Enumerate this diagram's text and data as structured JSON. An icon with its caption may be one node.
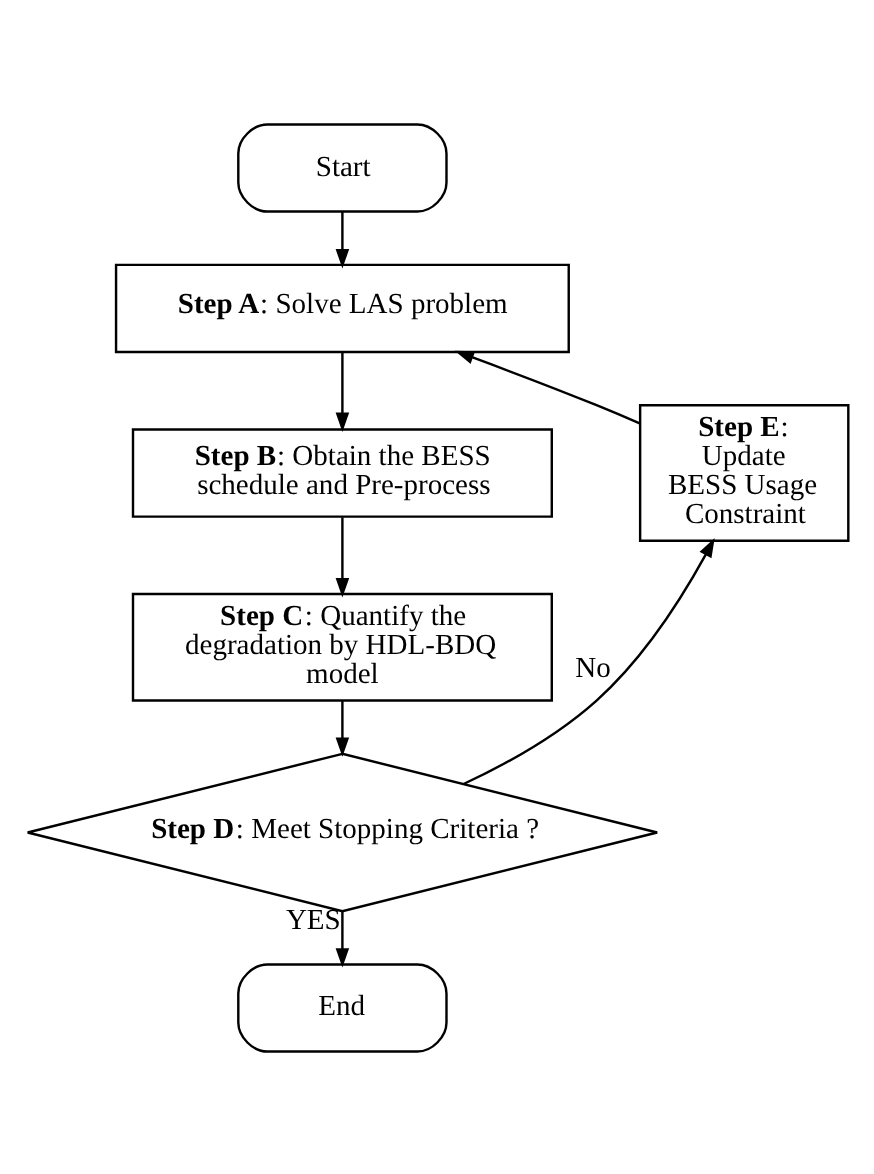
{
  "diagram": {
    "nodes": [
      {
        "text": [
          "Start"
        ]
      },
      {
        "text": [
          "Step A: Solve LAS problem"
        ]
      },
      {
        "text": [
          "Step B: Obtain the BESS schedule and Pre-process"
        ]
      },
      {
        "text": [
          "Step C: Quantify the degradation by HDL-BDQ model"
        ]
      },
      {
        "text": [
          "Step D: Meet Stopping Criteria ?"
        ]
      },
      {
        "text": [
          "Step E: Update BESS Usage Constraint"
        ]
      },
      {
        "text": [
          "End"
        ]
      }
    ],
    "edges": [
      {
        "from": 0,
        "to": 1,
        "arrow": "to"
      },
      {
        "from": 1,
        "to": 2,
        "arrow": "to"
      },
      {
        "from": 2,
        "to": 3,
        "arrow": "to"
      },
      {
        "from": 3,
        "to": 4,
        "arrow": "to"
      },
      {
        "from": 4,
        "to": 6,
        "arrow": "to",
        "label": "YES"
      },
      {
        "from": 4,
        "to": 5,
        "arrow": "to",
        "label": "No"
      },
      {
        "from": 5,
        "to": 1,
        "arrow": "to"
      }
    ]
  }
}
